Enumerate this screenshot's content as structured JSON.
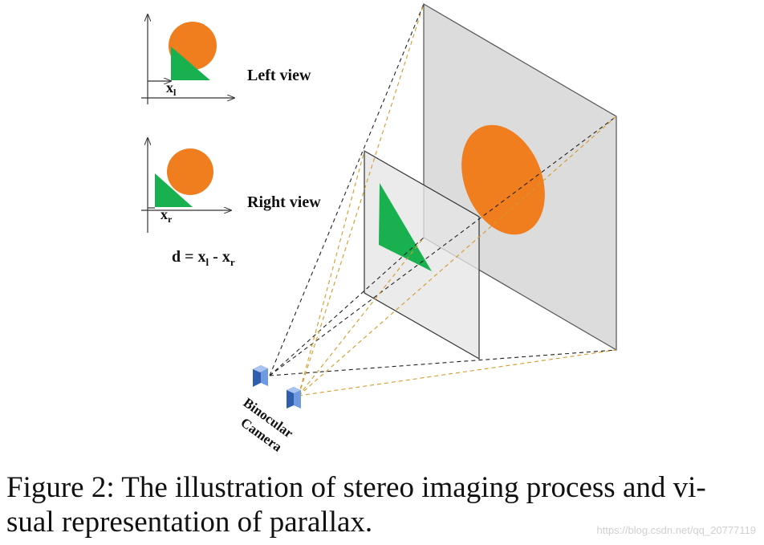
{
  "diagram": {
    "left_view_label": "Left view",
    "right_view_label": "Right view",
    "x_left_base": "x",
    "x_left_sub": "l",
    "x_right_base": "x",
    "x_right_sub": "r",
    "formula": {
      "prefix": "d = x",
      "sub_l": "l",
      "middle": " - x",
      "sub_r": "r"
    },
    "camera_label_line1": "Binocular",
    "camera_label_line2": "Camera"
  },
  "caption": {
    "line1": "Figure 2: The illustration of stereo imaging process and vi-",
    "line2": "sual representation of parallax."
  },
  "watermark": "https://blog.csdn.net/qq_20777119",
  "colors": {
    "orange": "#f07d1e",
    "green": "#19b14f",
    "plane_fill": "#d8d8d8",
    "camera_blue": "#4a78c8",
    "dashed_black": "#222222",
    "dashed_gold": "#d49a2a"
  }
}
